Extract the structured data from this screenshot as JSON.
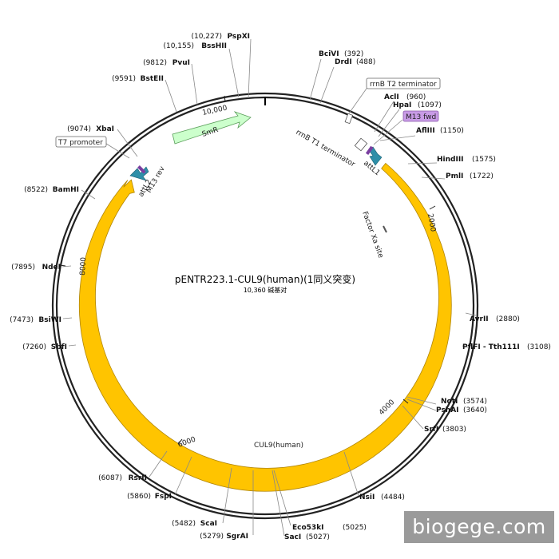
{
  "plasmid": {
    "name": "pENTR223.1-CUL9(human)(1同义突变)",
    "size_label": "10,360 碱基对",
    "length_bp": 10360
  },
  "tick_labels": [
    {
      "bp": 2000,
      "label": "2000"
    },
    {
      "bp": 4000,
      "label": "4000"
    },
    {
      "bp": 6000,
      "label": "6000"
    },
    {
      "bp": 8000,
      "label": "8000"
    },
    {
      "bp": 10000,
      "label": "10,000"
    }
  ],
  "sites": [
    {
      "name": "BciVI",
      "pos": "(392)"
    },
    {
      "name": "DrdI",
      "pos": "(488)"
    },
    {
      "name": "AclI",
      "pos": "(960)"
    },
    {
      "name": "HpaI",
      "pos": "(1097)"
    },
    {
      "name": "AflIII",
      "pos": "(1150)"
    },
    {
      "name": "HindIII",
      "pos": "(1575)"
    },
    {
      "name": "PmlI",
      "pos": "(1722)"
    },
    {
      "name": "AvrII",
      "pos": "(2880)"
    },
    {
      "name": "PflFI - Tth111I",
      "pos": "(3108)"
    },
    {
      "name": "NotI",
      "pos": "(3574)"
    },
    {
      "name": "PshAI",
      "pos": "(3640)"
    },
    {
      "name": "SrfI",
      "pos": "(3803)"
    },
    {
      "name": "NsiI",
      "pos": "(4484)"
    },
    {
      "name": "Eco53kI",
      "pos": "(5025)"
    },
    {
      "name": "SacI",
      "pos": "(5027)"
    },
    {
      "name": "SgrAI",
      "pos": "(5279)"
    },
    {
      "name": "ScaI",
      "pos": "(5482)"
    },
    {
      "name": "FspI",
      "pos": "(5860)"
    },
    {
      "name": "RsrII",
      "pos": "(6087)"
    },
    {
      "name": "SbfI",
      "pos": "(7260)"
    },
    {
      "name": "BsiWI",
      "pos": "(7473)"
    },
    {
      "name": "NdeI",
      "pos": "(7895)"
    },
    {
      "name": "BamHI",
      "pos": "(8522)"
    },
    {
      "name": "XbaI",
      "pos": "(9074)"
    },
    {
      "name": "BstEII",
      "pos": "(9591)"
    },
    {
      "name": "PvuI",
      "pos": "(9812)"
    },
    {
      "name": "BssHII",
      "pos": "(10,155)"
    },
    {
      "name": "PspXI",
      "pos": "(10,227)"
    }
  ],
  "features": {
    "cul9": "CUL9(human)",
    "smr": "SmR",
    "attl1": "attL1",
    "attl2": "attL2",
    "m13rev": "M13 rev",
    "factor_xa": "Factor Xa site",
    "rrnb_t1": "rrnB T1 terminator"
  },
  "boxed_labels": {
    "rrnb_t2": "rrnB T2 terminator",
    "m13fwd": "M13 fwd",
    "t7": "T7 promoter"
  },
  "colors": {
    "cul9": "#FFC400",
    "smr": "#CCFFCC",
    "attl": "#2E8FA8",
    "primer": "#C89BE6",
    "backbone": "#222222"
  },
  "watermark": "biogege.com"
}
